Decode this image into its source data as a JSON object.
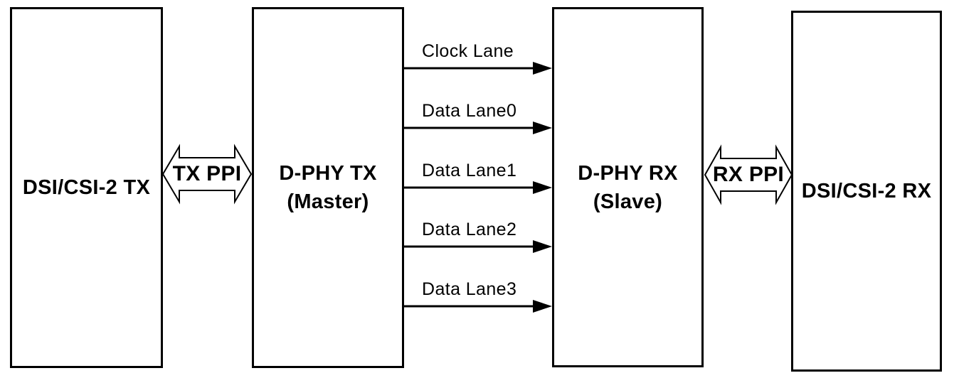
{
  "diagram": {
    "type": "block-diagram",
    "subject": "MIPI D-PHY TX/RX link",
    "colors": {
      "line": "#000000",
      "background": "#ffffff",
      "text": "#000000"
    },
    "boxes": [
      {
        "name": "dsi-csi2-tx",
        "label_lines": [
          "DSI/CSI-2 TX"
        ]
      },
      {
        "name": "dphy-tx",
        "label_lines": [
          "D-PHY TX",
          "(Master)"
        ]
      },
      {
        "name": "dphy-rx",
        "label_lines": [
          "D-PHY RX",
          "(Slave)"
        ]
      },
      {
        "name": "dsi-csi2-rx",
        "label_lines": [
          "DSI/CSI-2 RX"
        ]
      }
    ],
    "ppi_connectors": [
      {
        "name": "tx-ppi",
        "label": "TX PPI",
        "direction": "bidirectional",
        "between": [
          "dsi-csi2-tx",
          "dphy-tx"
        ]
      },
      {
        "name": "rx-ppi",
        "label": "RX PPI",
        "direction": "bidirectional",
        "between": [
          "dphy-rx",
          "dsi-csi2-rx"
        ]
      }
    ],
    "lanes": [
      {
        "name": "clock-lane",
        "label": "Clock Lane",
        "direction": "left-to-right"
      },
      {
        "name": "data-lane0",
        "label": "Data Lane0",
        "direction": "left-to-right"
      },
      {
        "name": "data-lane1",
        "label": "Data Lane1",
        "direction": "left-to-right"
      },
      {
        "name": "data-lane2",
        "label": "Data Lane2",
        "direction": "left-to-right"
      },
      {
        "name": "data-lane3",
        "label": "Data Lane3",
        "direction": "left-to-right"
      }
    ]
  }
}
